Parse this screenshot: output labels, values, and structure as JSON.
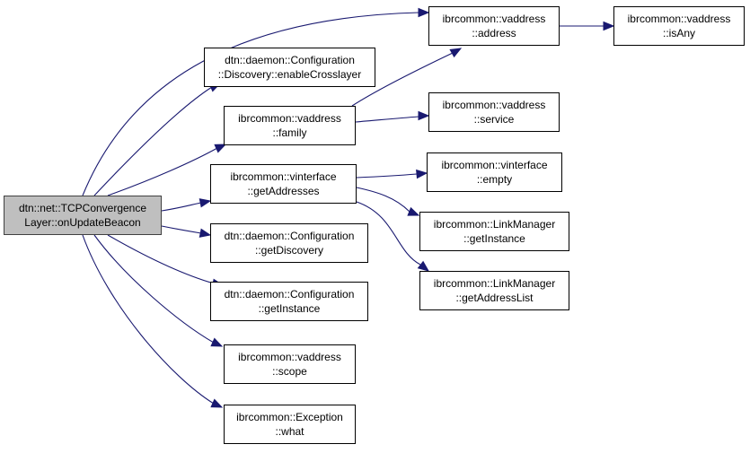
{
  "diagram": {
    "type": "call-graph",
    "nodes": [
      {
        "id": "root",
        "line1": "dtn::net::TCPConvergence",
        "line2": "Layer::onUpdateBeacon",
        "highlighted": true
      },
      {
        "id": "enableCrosslayer",
        "line1": "dtn::daemon::Configuration",
        "line2": "::Discovery::enableCrosslayer"
      },
      {
        "id": "family",
        "line1": "ibrcommon::vaddress",
        "line2": "::family"
      },
      {
        "id": "getAddresses",
        "line1": "ibrcommon::vinterface",
        "line2": "::getAddresses"
      },
      {
        "id": "getDiscovery",
        "line1": "dtn::daemon::Configuration",
        "line2": "::getDiscovery"
      },
      {
        "id": "cfgGetInstance",
        "line1": "dtn::daemon::Configuration",
        "line2": "::getInstance"
      },
      {
        "id": "scope",
        "line1": "ibrcommon::vaddress",
        "line2": "::scope"
      },
      {
        "id": "what",
        "line1": "ibrcommon::Exception",
        "line2": "::what"
      },
      {
        "id": "address",
        "line1": "ibrcommon::vaddress",
        "line2": "::address"
      },
      {
        "id": "service",
        "line1": "ibrcommon::vaddress",
        "line2": "::service"
      },
      {
        "id": "empty",
        "line1": "ibrcommon::vinterface",
        "line2": "::empty"
      },
      {
        "id": "lmGetInstance",
        "line1": "ibrcommon::LinkManager",
        "line2": "::getInstance"
      },
      {
        "id": "getAddressList",
        "line1": "ibrcommon::LinkManager",
        "line2": "::getAddressList"
      },
      {
        "id": "isAny",
        "line1": "ibrcommon::vaddress",
        "line2": "::isAny"
      }
    ],
    "edges": [
      {
        "from": "root",
        "to": "address"
      },
      {
        "from": "root",
        "to": "enableCrosslayer"
      },
      {
        "from": "root",
        "to": "family"
      },
      {
        "from": "root",
        "to": "getAddresses"
      },
      {
        "from": "root",
        "to": "getDiscovery"
      },
      {
        "from": "root",
        "to": "cfgGetInstance"
      },
      {
        "from": "root",
        "to": "scope"
      },
      {
        "from": "root",
        "to": "what"
      },
      {
        "from": "family",
        "to": "address"
      },
      {
        "from": "family",
        "to": "service"
      },
      {
        "from": "getAddresses",
        "to": "empty"
      },
      {
        "from": "getAddresses",
        "to": "lmGetInstance"
      },
      {
        "from": "getAddresses",
        "to": "getAddressList"
      },
      {
        "from": "address",
        "to": "isAny"
      }
    ],
    "colors": {
      "edge": "#191970",
      "root_fill": "#bfbfbf",
      "node_border": "#000000"
    }
  }
}
